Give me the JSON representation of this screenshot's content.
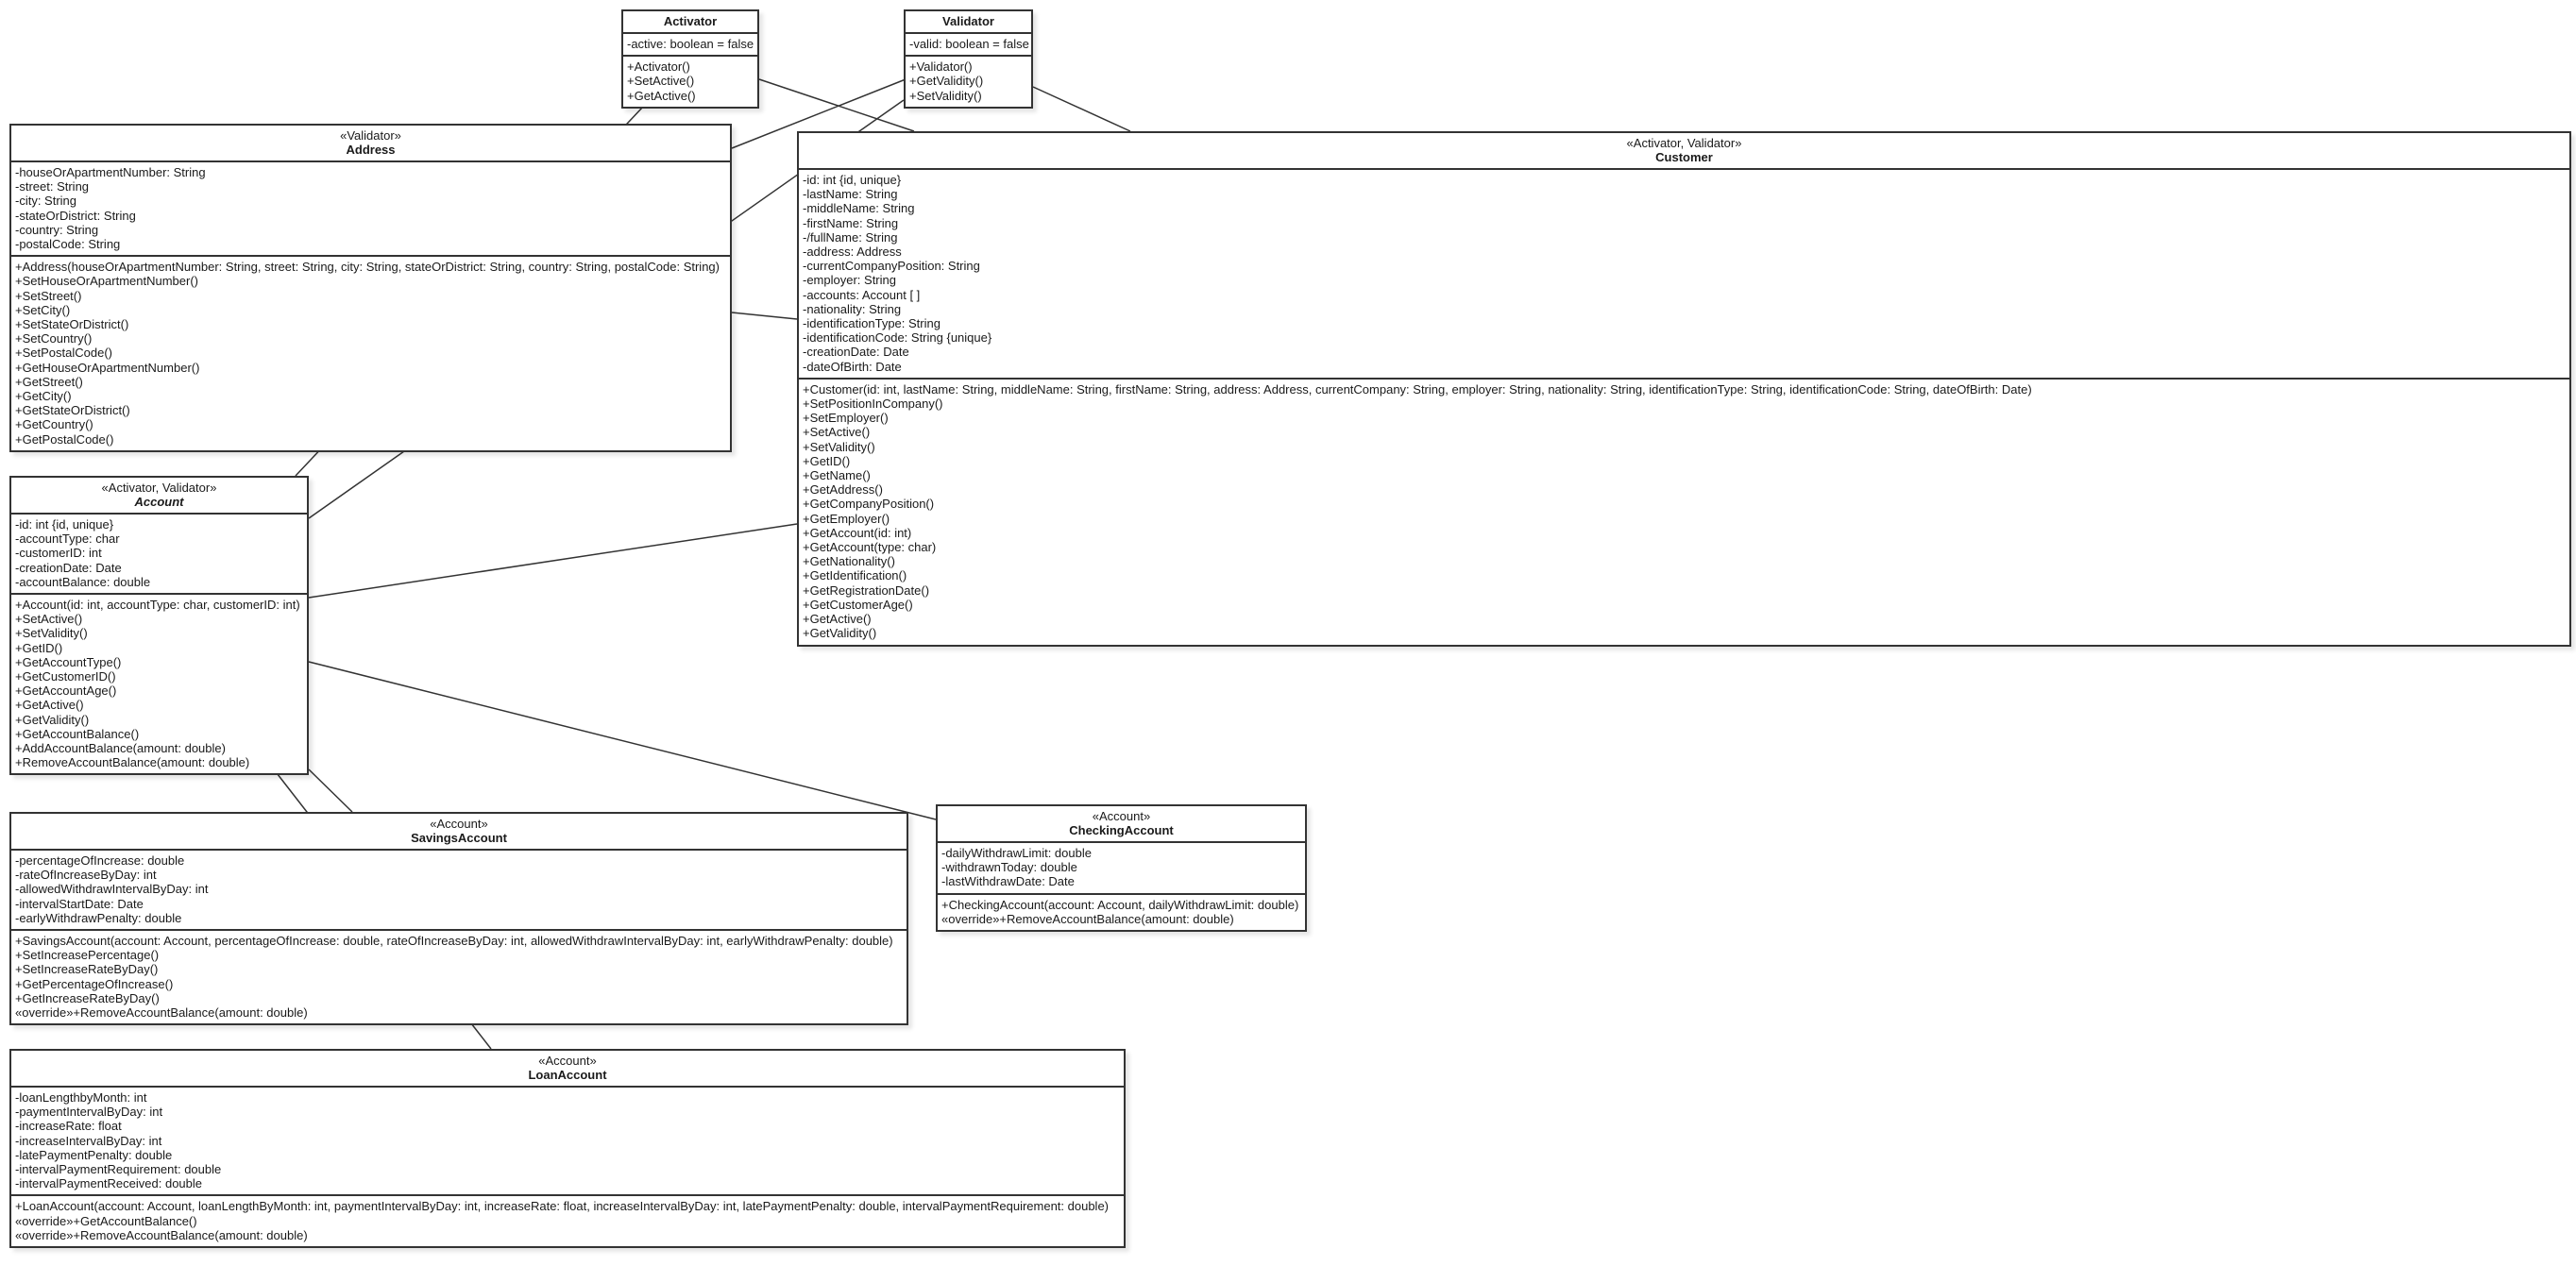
{
  "diagram": {
    "classes": [
      {
        "id": "activator",
        "stereotype": "",
        "name": "Activator",
        "abstract": false,
        "attributes": [
          "-active: boolean = false"
        ],
        "operations": [
          "+Activator()",
          "+SetActive()",
          "+GetActive()"
        ]
      },
      {
        "id": "validator",
        "stereotype": "",
        "name": "Validator",
        "abstract": false,
        "attributes": [
          "-valid: boolean = false"
        ],
        "operations": [
          "+Validator()",
          "+GetValidity()",
          "+SetValidity()"
        ]
      },
      {
        "id": "address",
        "stereotype": "«Validator»",
        "name": "Address",
        "abstract": false,
        "attributes": [
          "-houseOrApartmentNumber: String",
          "-street: String",
          "-city: String",
          "-stateOrDistrict: String",
          "-country: String",
          "-postalCode: String"
        ],
        "operations": [
          "+Address(houseOrApartmentNumber: String, street: String, city: String, stateOrDistrict: String, country: String, postalCode: String)",
          "+SetHouseOrApartmentNumber()",
          "+SetStreet()",
          "+SetCity()",
          "+SetStateOrDistrict()",
          "+SetCountry()",
          "+SetPostalCode()",
          "+GetHouseOrApartmentNumber()",
          "+GetStreet()",
          "+GetCity()",
          "+GetStateOrDistrict()",
          "+GetCountry()",
          "+GetPostalCode()"
        ]
      },
      {
        "id": "customer",
        "stereotype": "«Activator, Validator»",
        "name": "Customer",
        "abstract": false,
        "attributes": [
          "-id: int {id, unique}",
          "-lastName: String",
          "-middleName: String",
          "-firstName: String",
          "-/fullName: String",
          "-address: Address",
          "-currentCompanyPosition: String",
          "-employer: String",
          "-accounts: Account [ ]",
          "-nationality: String",
          "-identificationType: String",
          "-identificationCode: String {unique}",
          "-creationDate: Date",
          "-dateOfBirth: Date"
        ],
        "operations": [
          "+Customer(id: int, lastName: String, middleName: String, firstName: String, address: Address, currentCompany: String, employer: String, nationality: String, identificationType: String, identificationCode: String, dateOfBirth: Date)",
          "+SetPositionInCompany()",
          "+SetEmployer()",
          "+SetActive()",
          "+SetValidity()",
          "+GetID()",
          "+GetName()",
          "+GetAddress()",
          "+GetCompanyPosition()",
          "+GetEmployer()",
          "+GetAccount(id: int)",
          "+GetAccount(type: char)",
          "+GetNationality()",
          "+GetIdentification()",
          "+GetRegistrationDate()",
          "+GetCustomerAge()",
          "+GetActive()",
          "+GetValidity()"
        ]
      },
      {
        "id": "account",
        "stereotype": "«Activator, Validator»",
        "name": "Account",
        "abstract": true,
        "attributes": [
          "-id: int {id, unique}",
          "-accountType: char",
          "-customerID: int",
          "-creationDate: Date",
          "-accountBalance: double"
        ],
        "operations": [
          "+Account(id: int, accountType: char, customerID: int)",
          "+SetActive()",
          "+SetValidity()",
          "+GetID()",
          "+GetAccountType()",
          "+GetCustomerID()",
          "+GetAccountAge()",
          "+GetActive()",
          "+GetValidity()",
          "+GetAccountBalance()",
          "+AddAccountBalance(amount: double)",
          "+RemoveAccountBalance(amount: double)"
        ]
      },
      {
        "id": "savings",
        "stereotype": "«Account»",
        "name": "SavingsAccount",
        "abstract": false,
        "attributes": [
          "-percentageOfIncrease: double",
          "-rateOfIncreaseByDay: int",
          "-allowedWithdrawIntervalByDay: int",
          "-intervalStartDate: Date",
          "-earlyWithdrawPenalty: double"
        ],
        "operations": [
          "+SavingsAccount(account: Account, percentageOfIncrease: double, rateOfIncreaseByDay: int, allowedWithdrawIntervalByDay: int, earlyWithdrawPenalty: double)",
          "+SetIncreasePercentage()",
          "+SetIncreaseRateByDay()",
          "+GetPercentageOfIncrease()",
          "+GetIncreaseRateByDay()",
          "«override»+RemoveAccountBalance(amount: double)"
        ]
      },
      {
        "id": "checking",
        "stereotype": "«Account»",
        "name": "CheckingAccount",
        "abstract": false,
        "attributes": [
          "-dailyWithdrawLimit: double",
          "-withdrawnToday: double",
          "-lastWithdrawDate: Date"
        ],
        "operations": [
          "+CheckingAccount(account: Account, dailyWithdrawLimit: double)",
          "«override»+RemoveAccountBalance(amount: double)"
        ]
      },
      {
        "id": "loan",
        "stereotype": "«Account»",
        "name": "LoanAccount",
        "abstract": false,
        "attributes": [
          "-loanLengthbyMonth: int",
          "-paymentIntervalByDay: int",
          "-increaseRate: float",
          "-increaseIntervalByDay: int",
          "-latePaymentPenalty: double",
          "-intervalPaymentRequirement: double",
          "-intervalPaymentReceived: double"
        ],
        "operations": [
          "+LoanAccount(account: Account, loanLengthByMonth: int, paymentIntervalByDay: int, increaseRate: float, increaseIntervalByDay: int, latePaymentPenalty: double, intervalPaymentRequirement: double)",
          "«override»+GetAccountBalance()",
          "«override»+RemoveAccountBalance(amount: double)"
        ]
      }
    ],
    "connectors": [
      {
        "from": "activator",
        "to": "customer"
      },
      {
        "from": "activator",
        "to": "account"
      },
      {
        "from": "validator",
        "to": "address"
      },
      {
        "from": "validator",
        "to": "customer"
      },
      {
        "from": "validator",
        "to": "account"
      },
      {
        "from": "address",
        "to": "customer"
      },
      {
        "from": "account",
        "to": "customer"
      },
      {
        "from": "account",
        "to": "checking"
      },
      {
        "from": "account",
        "to": "savings"
      },
      {
        "from": "account",
        "to": "loan"
      }
    ],
    "colors": {
      "border": "#333333",
      "line": "#333333",
      "fill": "#ffffff",
      "text": "#1a1a1a"
    }
  }
}
